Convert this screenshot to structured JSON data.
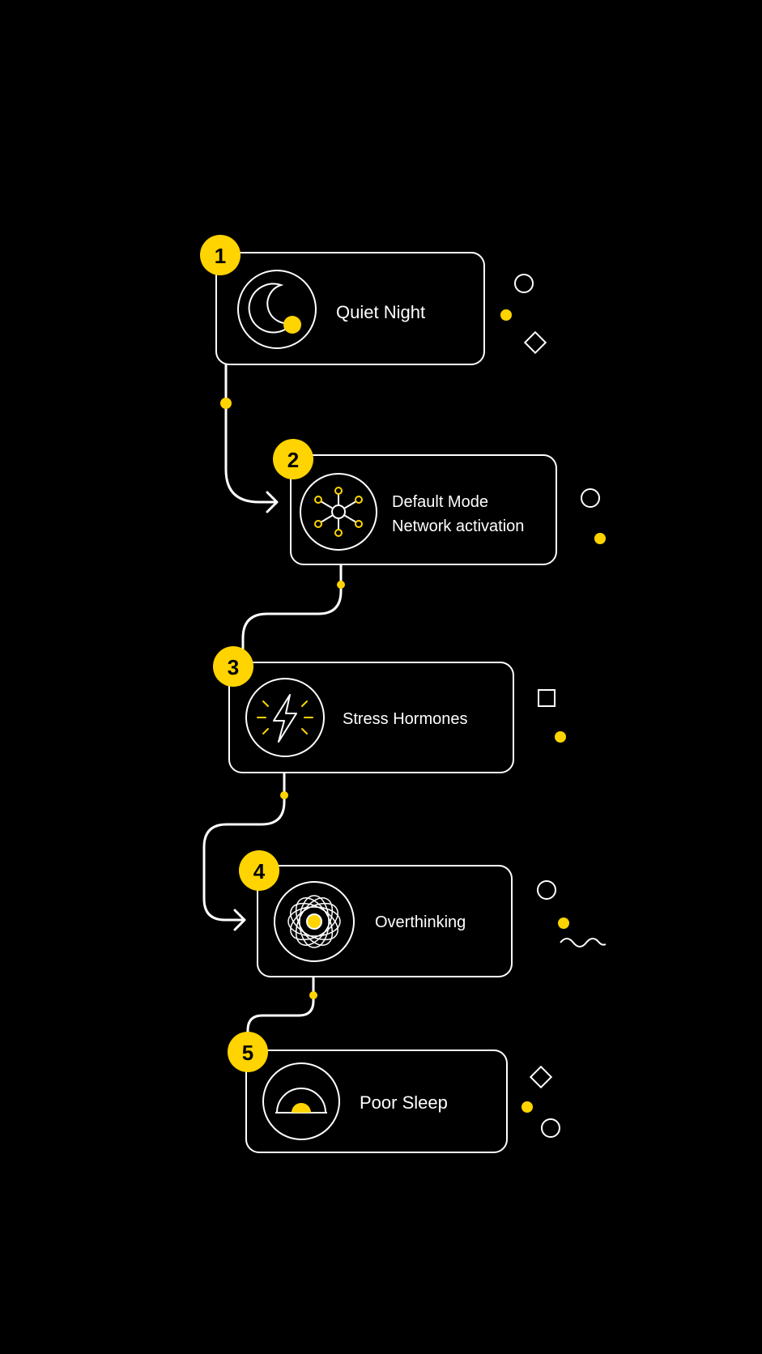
{
  "colors": {
    "background": "#000000",
    "line": "#ffffff",
    "accent": "#ffd400"
  },
  "steps": [
    {
      "number": "1",
      "lines": [
        "Quiet Night"
      ],
      "icon": "moon-icon"
    },
    {
      "number": "2",
      "lines": [
        "Default Mode",
        "Network activation"
      ],
      "icon": "network-icon"
    },
    {
      "number": "3",
      "lines": [
        "Stress Hormones"
      ],
      "icon": "lightning-icon"
    },
    {
      "number": "4",
      "lines": [
        "Overthinking"
      ],
      "icon": "tangled-thoughts-icon"
    },
    {
      "number": "5",
      "lines": [
        "Poor Sleep"
      ],
      "icon": "half-sun-icon"
    }
  ]
}
